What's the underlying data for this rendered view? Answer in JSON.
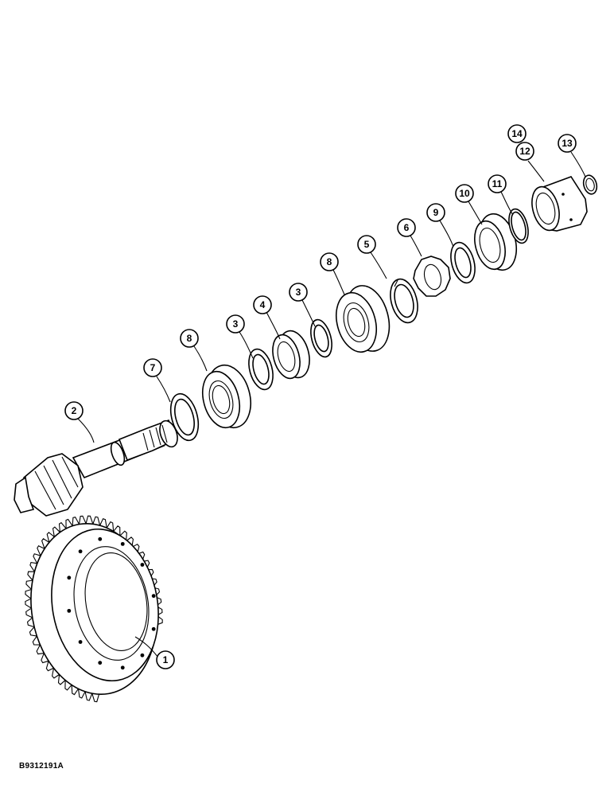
{
  "drawing_code": "B9312191A",
  "callouts": [
    {
      "id": "callout-1",
      "label": "1"
    },
    {
      "id": "callout-2",
      "label": "2"
    },
    {
      "id": "callout-7",
      "label": "7"
    },
    {
      "id": "callout-8a",
      "label": "8"
    },
    {
      "id": "callout-3a",
      "label": "3"
    },
    {
      "id": "callout-4",
      "label": "4"
    },
    {
      "id": "callout-3b",
      "label": "3"
    },
    {
      "id": "callout-8b",
      "label": "8"
    },
    {
      "id": "callout-5",
      "label": "5"
    },
    {
      "id": "callout-6",
      "label": "6"
    },
    {
      "id": "callout-9",
      "label": "9"
    },
    {
      "id": "callout-10",
      "label": "10"
    },
    {
      "id": "callout-11",
      "label": "11"
    },
    {
      "id": "callout-14",
      "label": "14"
    },
    {
      "id": "callout-12",
      "label": "12"
    },
    {
      "id": "callout-13",
      "label": "13"
    }
  ]
}
